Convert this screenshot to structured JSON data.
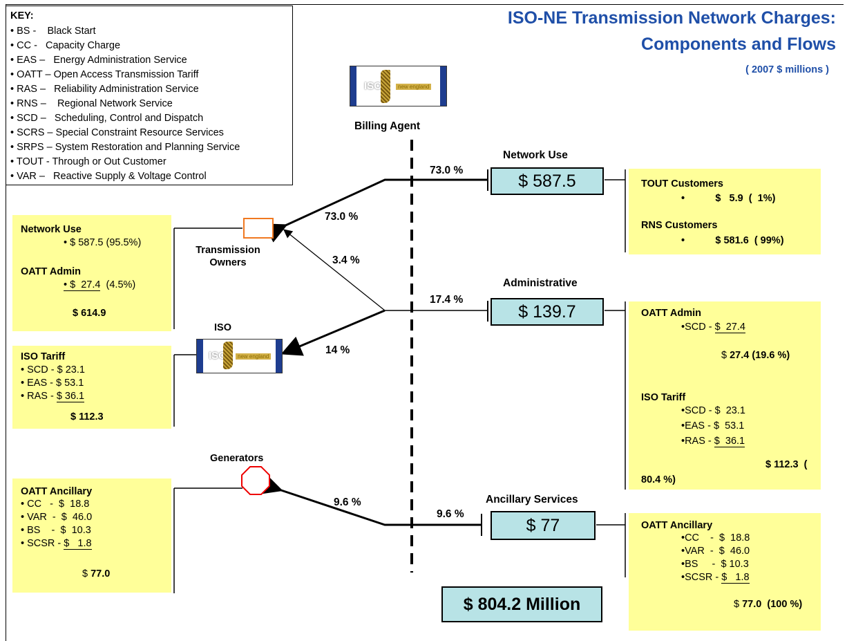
{
  "title_line1": "ISO-NE Transmission Network Charges:",
  "title_line2": "Components and Flows",
  "subtitle": "( 2007 $ millions )",
  "key": {
    "title": "KEY:",
    "items": [
      {
        "abbr": "BS -",
        "desc": "Black Start"
      },
      {
        "abbr": "CC -",
        "desc": "Capacity Charge"
      },
      {
        "abbr": "EAS –",
        "desc": "Energy Administration Service"
      },
      {
        "abbr": "OATT –",
        "desc": "Open Access Transmission Tariff"
      },
      {
        "abbr": "RAS –",
        "desc": "Reliability Administration Service"
      },
      {
        "abbr": "RNS –",
        "desc": "Regional Network Service"
      },
      {
        "abbr": "SCD –",
        "desc": "Scheduling, Control and Dispatch"
      },
      {
        "abbr": "SCRS –",
        "desc": "Special Constraint Resource Services"
      },
      {
        "abbr": "SRPS –",
        "desc": "System Restoration and Planning Service"
      },
      {
        "abbr": "TOUT -",
        "desc": "Through or Out Customer"
      },
      {
        "abbr": "VAR –",
        "desc": "Reactive Supply & Voltage Control"
      }
    ]
  },
  "logo": {
    "iso": "ISO",
    "ne": "new england"
  },
  "billing_agent": "Billing Agent",
  "nodes": {
    "transmission_owners": "Transmission Owners",
    "iso": "ISO",
    "generators": "Generators"
  },
  "flows": {
    "to_to_left": "73.0 %",
    "to_iso_left": "3.4 %",
    "iso_left": "14 %",
    "gen_left": "9.6 %",
    "network_right": "73.0 %",
    "admin_right": "17.4 %",
    "anc_right": "9.6 %"
  },
  "categories": {
    "network": {
      "label": "Network Use",
      "value": "$ 587.5"
    },
    "admin": {
      "label": "Administrative",
      "value": "$ 139.7"
    },
    "ancillary": {
      "label": "Ancillary Services",
      "value": "$ 77"
    }
  },
  "total": "$ 804.2 Million",
  "left_notes": {
    "to": {
      "t1": "Network Use",
      "l1": "• $ 587.5 (95.5%)",
      "t2": "OATT Admin",
      "l2a": "• $",
      "l2b": "27.4",
      "l2c": "(4.5%)",
      "total": "$ 614.9"
    },
    "iso": {
      "t": "ISO Tariff",
      "l1": "• SCD - $ 23.1",
      "l2": "• EAS - $ 53.1",
      "l3a": "• RAS -",
      "l3b": "$ 36.1",
      "total": "$ 112.3"
    },
    "gen": {
      "t": "OATT Ancillary",
      "l1": "• CC   -  $  18.8",
      "l2": "• VAR  -  $  46.0",
      "l3": "• BS    -  $  10.3",
      "l4a": "• SCSR -",
      "l4b": "$   1.8",
      "total_a": "$",
      "total_b": "77.0"
    }
  },
  "right_notes": {
    "network": {
      "t1": "TOUT Customers",
      "l1": "•           $   5.9  (  1%)",
      "t2": "RNS Customers",
      "l2": "•           $ 581.6  ( 99%)"
    },
    "admin": {
      "t1": "OATT Admin",
      "l1a": "•SCD -",
      "l1b": "$  27.4",
      "s1a": "$",
      "s1b": "27.4 (19.6 %)",
      "t2": "ISO Tariff",
      "l2": "•SCD - $  23.1",
      "l3": "•EAS - $  53.1",
      "l4a": "•RAS -",
      "l4b": "$  36.1",
      "s2": "$ 112.3  (",
      "s2b": "80.4 %)"
    },
    "ancillary": {
      "t": "OATT Ancillary",
      "l1": "•CC    -  $  18.8",
      "l2": "•VAR  -  $  46.0",
      "l3": "•BS     -  $ 10.3",
      "l4a": "•SCSR -",
      "l4b": "$   1.8",
      "s_a": "$",
      "s_b": "77.0  (100 %)"
    }
  }
}
